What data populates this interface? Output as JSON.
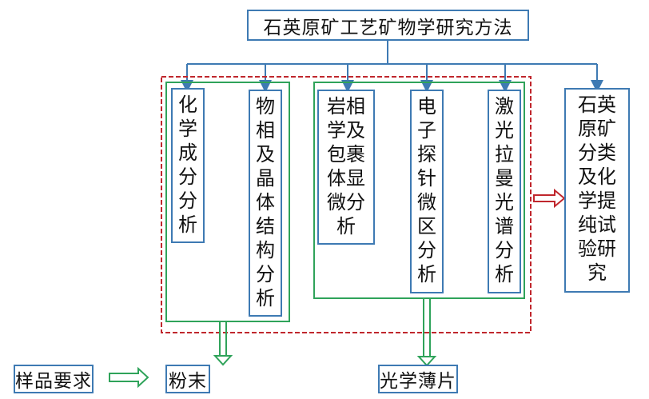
{
  "diagram": {
    "title": "石英原矿工艺矿物学研究方法",
    "methods": [
      {
        "id": "chem",
        "label": "化学成分分析"
      },
      {
        "id": "phase",
        "label": "物相及晶体结构分析"
      },
      {
        "id": "petro",
        "label": "岩相学及包裹体显微分析"
      },
      {
        "id": "epma",
        "label": "电子探针微区分析"
      },
      {
        "id": "raman",
        "label": "激光拉曼光谱分析"
      }
    ],
    "side_box": {
      "label": "石英原矿分类及化学提纯试验研究"
    },
    "sample_requirement": {
      "label": "样品要求"
    },
    "powder": {
      "label": "粉末"
    },
    "thin_section": {
      "label": "光学薄片"
    },
    "colors": {
      "blue": "#3e7ab3",
      "green": "#2fa35a",
      "red": "#c0272d"
    }
  }
}
